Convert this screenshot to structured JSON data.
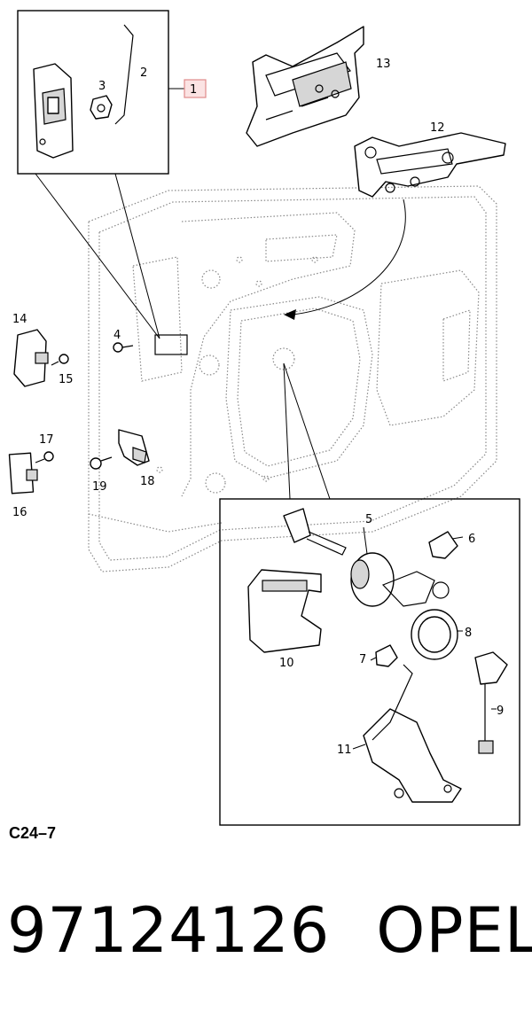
{
  "diagram": {
    "callouts": [
      "1",
      "2",
      "3",
      "4",
      "5",
      "6",
      "7",
      "8",
      "9",
      "10",
      "11",
      "12",
      "13",
      "14",
      "15",
      "16",
      "17",
      "18",
      "19"
    ],
    "highlight_color": "#e08a8a"
  },
  "footer": {
    "figure_code": "C24–7",
    "part_number": "97124126",
    "brand": "OPEL"
  }
}
